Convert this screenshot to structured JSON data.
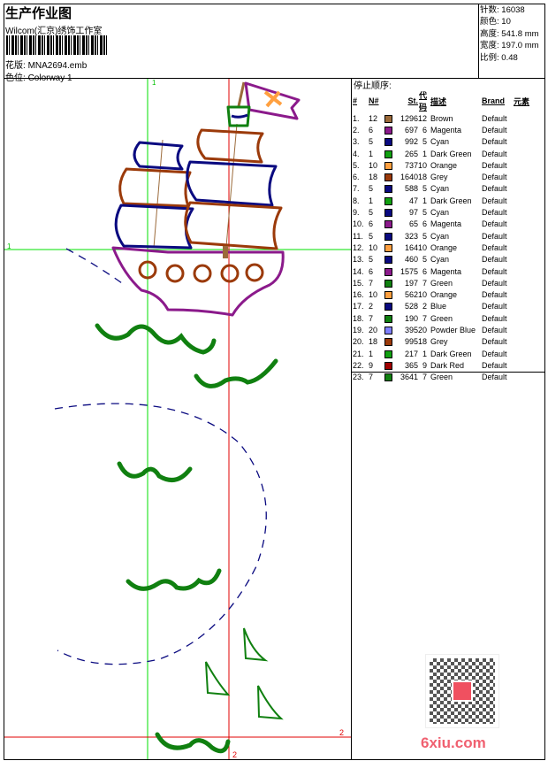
{
  "header": {
    "title": "生产作业图",
    "company": "Wilcom(汇京)绣饰工作室",
    "design_label": "花版:",
    "design_value": "MNA2694.emb",
    "colorway_label": "色位:",
    "colorway_value": "Colorway 1"
  },
  "info": [
    {
      "label": "针数:",
      "value": "16038"
    },
    {
      "label": "颜色:",
      "value": "10"
    },
    {
      "label": "高度:",
      "value": "541.8 mm"
    },
    {
      "label": "宽度:",
      "value": "197.0 mm"
    },
    {
      "label": "比例:",
      "value": "0.48"
    }
  ],
  "stop_sequence": {
    "title": "停止顺序:",
    "headers": [
      "#",
      "N#",
      "St.",
      "代码",
      "描述",
      "Brand",
      "元素"
    ],
    "rows": [
      [
        "1.",
        "12",
        "#9b6a3a",
        "1296",
        "12",
        "Brown",
        "Default"
      ],
      [
        "2.",
        "6",
        "#8b1a8b",
        "697",
        "6",
        "Magenta",
        "Default"
      ],
      [
        "3.",
        "5",
        "#0a0a80",
        "992",
        "5",
        "Cyan",
        "Default"
      ],
      [
        "4.",
        "1",
        "#10a010",
        "265",
        "1",
        "Dark Green",
        "Default"
      ],
      [
        "5.",
        "10",
        "#ffa040",
        "737",
        "10",
        "Orange",
        "Default"
      ],
      [
        "6.",
        "18",
        "#9b3a0a",
        "1640",
        "18",
        "Grey",
        "Default"
      ],
      [
        "7.",
        "5",
        "#0a0a80",
        "588",
        "5",
        "Cyan",
        "Default"
      ],
      [
        "8.",
        "1",
        "#10a010",
        "47",
        "1",
        "Dark Green",
        "Default"
      ],
      [
        "9.",
        "5",
        "#0a0a80",
        "97",
        "5",
        "Cyan",
        "Default"
      ],
      [
        "10.",
        "6",
        "#8b1a8b",
        "65",
        "6",
        "Magenta",
        "Default"
      ],
      [
        "11.",
        "5",
        "#0a0a80",
        "323",
        "5",
        "Cyan",
        "Default"
      ],
      [
        "12.",
        "10",
        "#ffa040",
        "164",
        "10",
        "Orange",
        "Default"
      ],
      [
        "13.",
        "5",
        "#0a0a80",
        "460",
        "5",
        "Cyan",
        "Default"
      ],
      [
        "14.",
        "6",
        "#8b1a8b",
        "1575",
        "6",
        "Magenta",
        "Default"
      ],
      [
        "15.",
        "7",
        "#108010",
        "197",
        "7",
        "Green",
        "Default"
      ],
      [
        "16.",
        "10",
        "#ffa040",
        "562",
        "10",
        "Orange",
        "Default"
      ],
      [
        "17.",
        "2",
        "#0a0a80",
        "528",
        "2",
        "Blue",
        "Default"
      ],
      [
        "18.",
        "7",
        "#108010",
        "190",
        "7",
        "Green",
        "Default"
      ],
      [
        "19.",
        "20",
        "#8080ff",
        "395",
        "20",
        "Powder Blue",
        "Default"
      ],
      [
        "20.",
        "18",
        "#9b3a0a",
        "995",
        "18",
        "Grey",
        "Default"
      ],
      [
        "21.",
        "1",
        "#10a010",
        "217",
        "1",
        "Dark Green",
        "Default"
      ],
      [
        "22.",
        "9",
        "#a00000",
        "365",
        "9",
        "Dark Red",
        "Default"
      ],
      [
        "23.",
        "7",
        "#108010",
        "3641",
        "7",
        "Green",
        "Default"
      ]
    ]
  },
  "guides": {
    "green_label_top": "1",
    "green_label_left": "1",
    "red_label_bottom": "2",
    "red_label_right": "2"
  },
  "watermark": {
    "text": "6xiu.com"
  }
}
